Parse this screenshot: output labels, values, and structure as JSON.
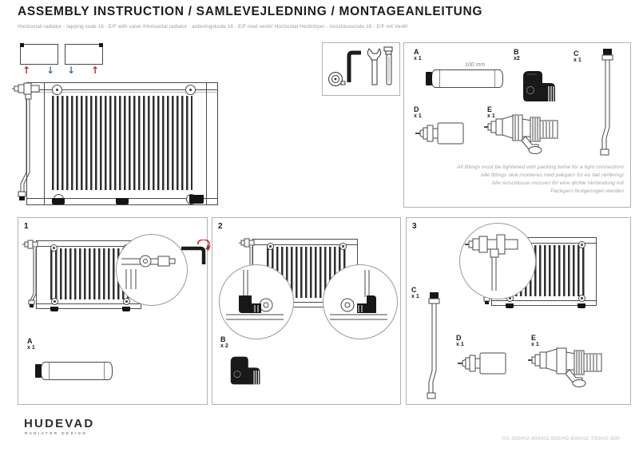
{
  "header": {
    "title": "ASSEMBLY INSTRUCTION / SAMLEVEJLEDNING / MONTAGEANLEITUNG",
    "subtitle": "Horizontall radiator - tapping code 16 - E/F with valve /Horisontal radiator - anboringskode 16 - E/F med ventil/ Horizontal Heizkörper - Anschlusscode 16 - E/F mit Ventil"
  },
  "flow_diagrams": {
    "glyph_up": "↑",
    "glyph_down": "↓",
    "hot_color": "#c4232b",
    "cold_color": "#4d7099"
  },
  "tools_box": {
    "tools": [
      "tape-measure",
      "allen-key",
      "open-end-wrench",
      "pipe-wrench"
    ]
  },
  "parts_box": {
    "parts": [
      {
        "id": "A",
        "qty": "x 1",
        "length_label": "100 mm",
        "icon": "pipe-nipple-icon"
      },
      {
        "id": "B",
        "qty": "x2",
        "icon": "elbow-fitting-icon"
      },
      {
        "id": "C",
        "qty": "x 1",
        "icon": "bent-pipe-icon"
      },
      {
        "id": "D",
        "qty": "x 1",
        "icon": "vent-plug-icon"
      },
      {
        "id": "E",
        "qty": "x 1",
        "icon": "valve-body-icon"
      }
    ],
    "note_lines": [
      "All fittings must be tightened with packing twine for a tight connection/",
      "Alle fittings skal monteres med pakgarn for en tæt rørføring/",
      "Alle Anschlüsse müssen für eine dichte Verbindung mit",
      "Packgarn festgezogen werden"
    ]
  },
  "steps": [
    {
      "number": "1",
      "parts": [
        {
          "id": "A",
          "qty": "x 1"
        }
      ]
    },
    {
      "number": "2",
      "parts": [
        {
          "id": "B",
          "qty": "x 2"
        }
      ]
    },
    {
      "number": "3",
      "parts": [
        {
          "id": "C",
          "qty": "x 1"
        },
        {
          "id": "D",
          "qty": "x 1"
        },
        {
          "id": "E",
          "qty": "x 1"
        }
      ]
    }
  ],
  "footer": {
    "brand": "HUDEVAD",
    "tagline": "RADIATOR DESIGN",
    "models": "H2-300/H2-400/H2-500/H2-600/H2-700/H2-900"
  }
}
